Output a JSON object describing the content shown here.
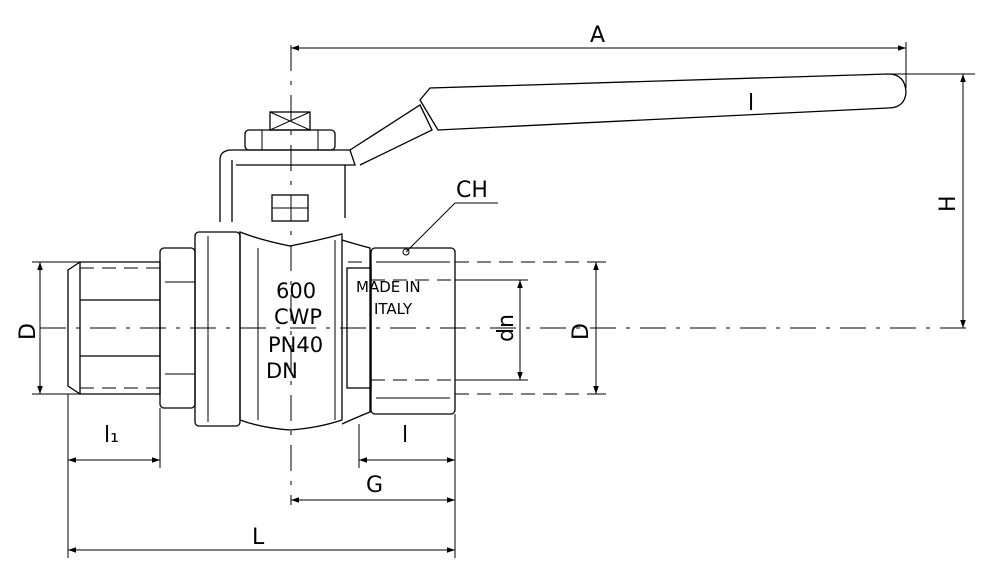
{
  "dimensions": {
    "A": "A",
    "H": "H",
    "CH": "CH",
    "D_left": "D",
    "D_right": "D",
    "dn": "dn",
    "l1": "l₁",
    "l": "l",
    "G": "G",
    "L": "L",
    "l_handle": "l"
  },
  "body_marking": {
    "line1": "600",
    "line2": "CWP",
    "line3": "PN40",
    "line4": "DN"
  },
  "nut_marking": {
    "line1": "MADE IN",
    "line2": "ITALY"
  }
}
